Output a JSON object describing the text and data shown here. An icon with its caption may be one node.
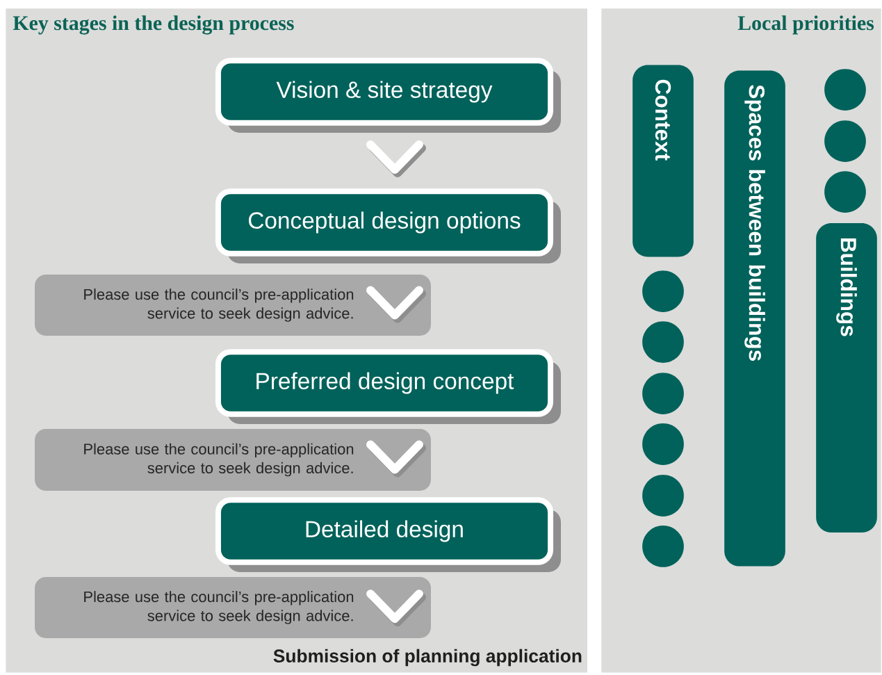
{
  "diagram": {
    "nodes": [
      {
        "text": [
          "Key stages in the design process"
        ]
      },
      {
        "text": [
          "Local priorities"
        ]
      },
      {
        "text": [
          "Vision & site strategy"
        ],
        "in": 0
      },
      {
        "text": [
          "Conceptual design options"
        ],
        "in": 0
      },
      {
        "text": [
          "Please use the council’s pre-application service to seek design advice."
        ],
        "in": 0
      },
      {
        "text": [
          "Preferred design concept"
        ],
        "in": 0
      },
      {
        "text": [
          "Please use the council’s pre-application service to seek design advice."
        ],
        "in": 0
      },
      {
        "text": [
          "Detailed design"
        ],
        "in": 0
      },
      {
        "text": [
          "Please use the council’s pre-application service to seek design advice."
        ],
        "in": 0
      },
      {
        "text": [
          "Submission of planning application"
        ],
        "in": 0
      },
      {
        "text": [
          "Context"
        ],
        "in": 1
      },
      {
        "text": [],
        "shape": "circle",
        "in": 1
      },
      {
        "text": [],
        "shape": "circle",
        "in": 1
      },
      {
        "text": [],
        "shape": "circle",
        "in": 1
      },
      {
        "text": [],
        "shape": "circle",
        "in": 1
      },
      {
        "text": [],
        "shape": "circle",
        "in": 1
      },
      {
        "text": [],
        "shape": "circle",
        "in": 1
      },
      {
        "text": [
          "Spaces between buildings"
        ],
        "in": 1
      },
      {
        "text": [],
        "shape": "circle",
        "in": 1
      },
      {
        "text": [],
        "shape": "circle",
        "in": 1
      },
      {
        "text": [],
        "shape": "circle",
        "in": 1
      },
      {
        "text": [
          "Buildings"
        ],
        "in": 1
      }
    ],
    "edges": [
      {
        "from": 2,
        "to": 3,
        "arrow": "to"
      },
      {
        "from": 3,
        "to": 5,
        "arrow": "to"
      },
      {
        "from": 5,
        "to": 7,
        "arrow": "to"
      },
      {
        "from": 7,
        "to": 9,
        "arrow": "to"
      }
    ]
  }
}
